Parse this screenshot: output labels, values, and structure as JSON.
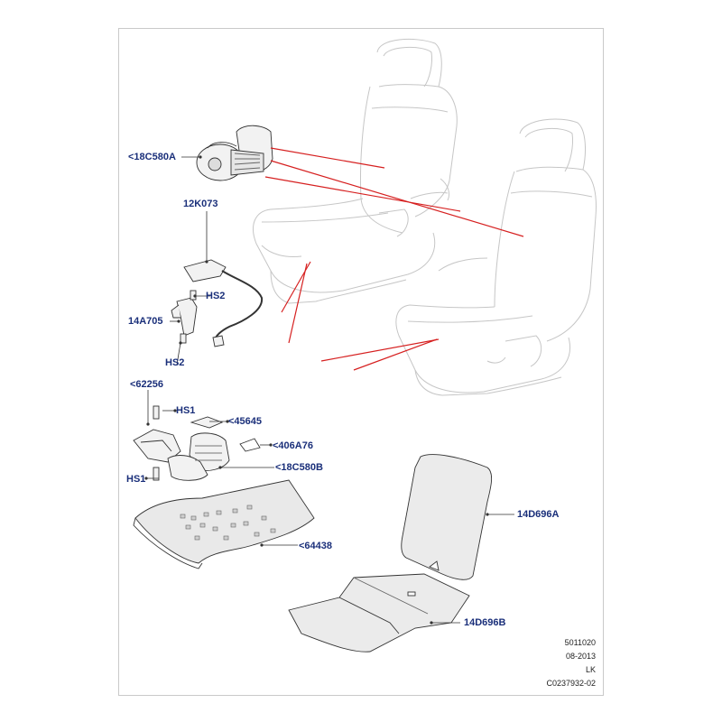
{
  "parts": {
    "p18c580a": "<18C580A",
    "p12k073": "12K073",
    "hs2_top": "HS2",
    "p14a705": "14A705",
    "hs2_bottom": "HS2",
    "p62256": "<62256",
    "hs1_top": "HS1",
    "p45645": "<45645",
    "p406a76": "<406A76",
    "p18c580b": "<18C580B",
    "hs1_bottom": "HS1",
    "p64438": "<64438",
    "p14d696a": "14D696A",
    "p14d696b": "14D696B"
  },
  "footer": {
    "code": "5011020",
    "date": "08-2013",
    "initials": "LK",
    "drawing_id": "C0237932-02"
  },
  "colors": {
    "label": "#1a2f7a",
    "pointer": "#d62020",
    "line": "#8a8a8a"
  }
}
